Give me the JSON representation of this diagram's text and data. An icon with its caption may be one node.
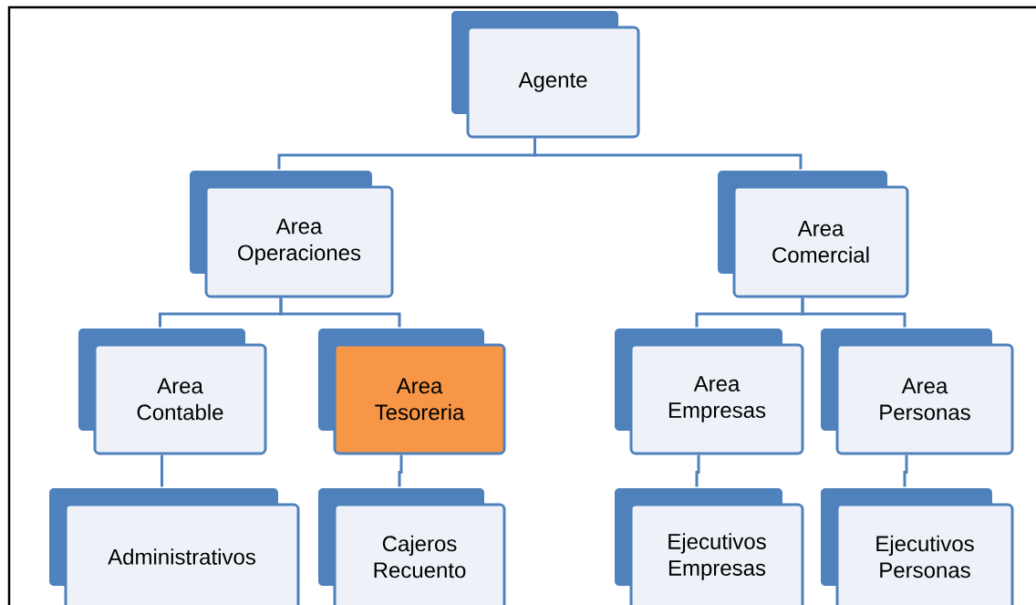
{
  "diagram": {
    "nodes": [
      {
        "text": [
          "Agente"
        ]
      },
      {
        "text": [
          "Area Operaciones"
        ]
      },
      {
        "text": [
          "Area Comercial"
        ]
      },
      {
        "text": [
          "Area Contable"
        ]
      },
      {
        "text": [
          "Area Tesoreria"
        ]
      },
      {
        "text": [
          "Area Empresas"
        ]
      },
      {
        "text": [
          "Area Personas"
        ]
      },
      {
        "text": [
          "Administrativos"
        ]
      },
      {
        "text": [
          "Cajeros Recuento"
        ]
      },
      {
        "text": [
          "Ejecutivos Empresas"
        ]
      },
      {
        "text": [
          "Ejecutivos Personas"
        ]
      }
    ],
    "edges": [
      {
        "from": 0,
        "to": 1,
        "arrow": "none"
      },
      {
        "from": 0,
        "to": 2,
        "arrow": "none"
      },
      {
        "from": 1,
        "to": 3,
        "arrow": "none"
      },
      {
        "from": 1,
        "to": 4,
        "arrow": "none"
      },
      {
        "from": 2,
        "to": 5,
        "arrow": "none"
      },
      {
        "from": 2,
        "to": 6,
        "arrow": "none"
      },
      {
        "from": 3,
        "to": 7,
        "arrow": "none"
      },
      {
        "from": 4,
        "to": 8,
        "arrow": "none"
      },
      {
        "from": 5,
        "to": 9,
        "arrow": "none"
      },
      {
        "from": 6,
        "to": 10,
        "arrow": "none"
      }
    ]
  }
}
